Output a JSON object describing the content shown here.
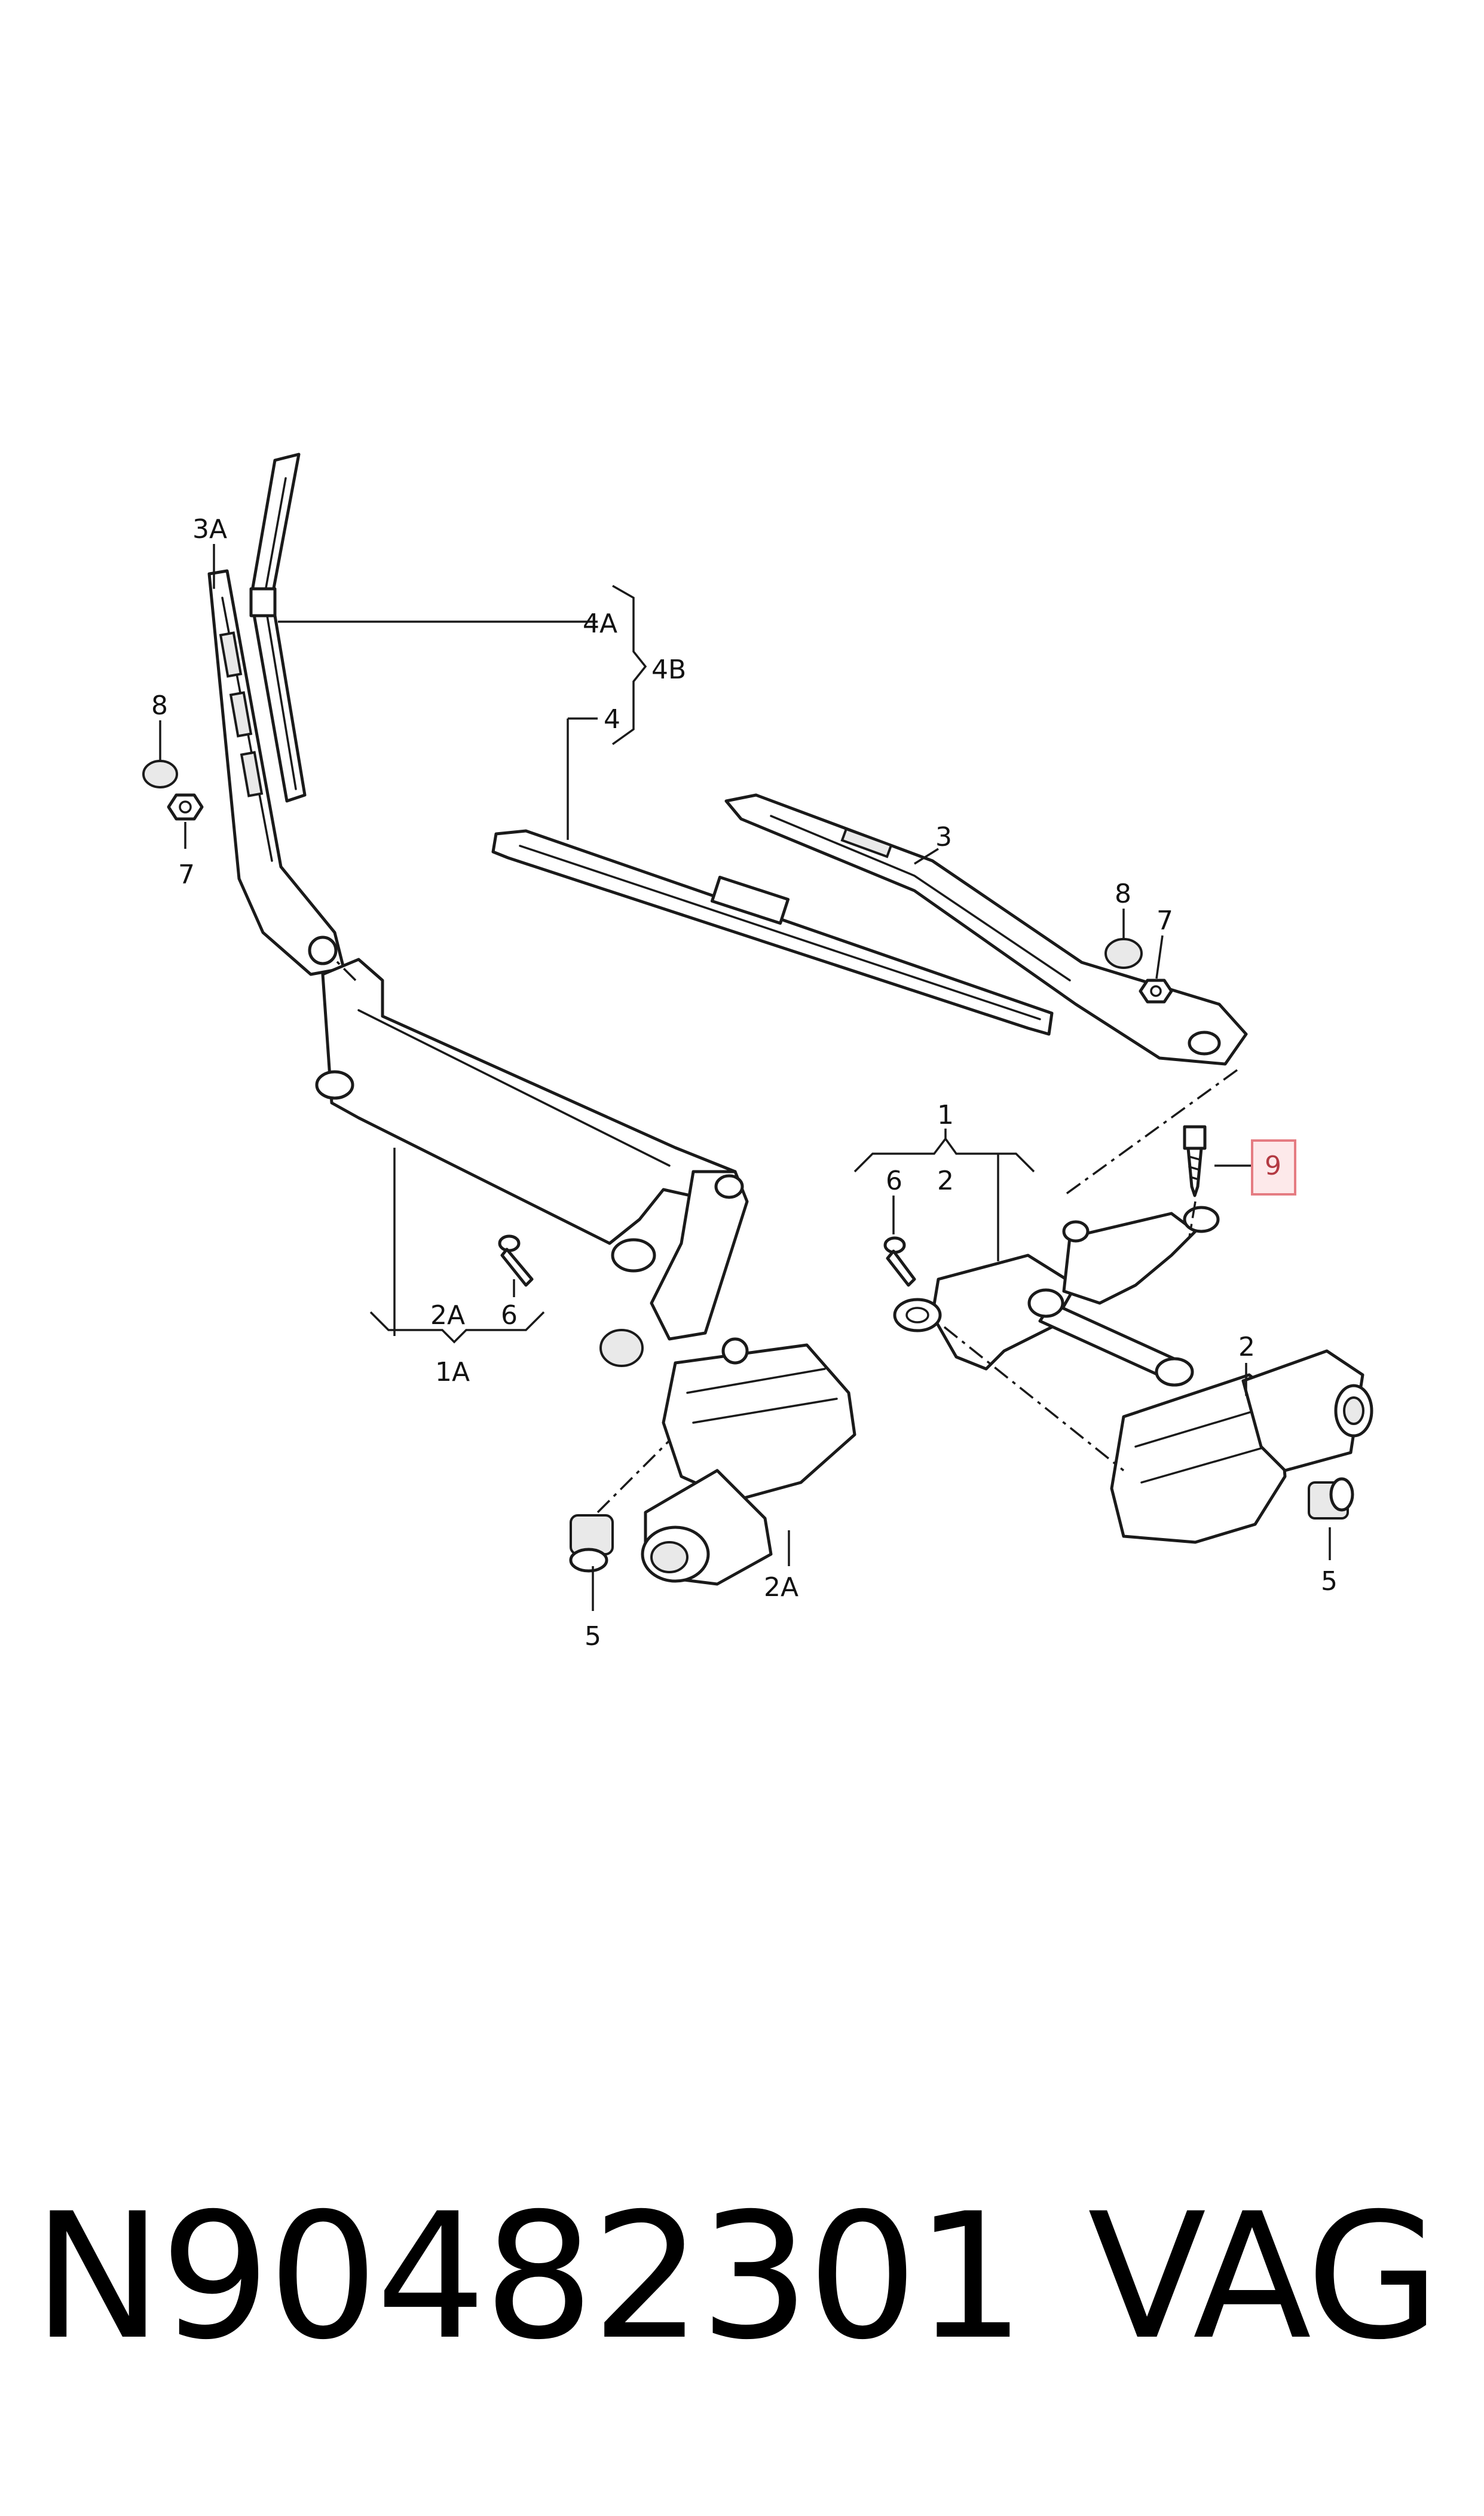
{
  "labels": {
    "l_3A": "3A",
    "l_4A": "4A",
    "l_4B": "4B",
    "l_4": "4",
    "l_8_left": "8",
    "l_7_left": "7",
    "l_3": "3",
    "l_8_right": "8",
    "l_7_right": "7",
    "l_9": "9",
    "l_1": "1",
    "l_6_right": "6",
    "l_2_group": "2",
    "l_2_motor": "2",
    "l_5_right": "5",
    "l_2A_group": "2A",
    "l_6_left": "6",
    "l_1A": "1A",
    "l_2A_motor": "2A",
    "l_5_left": "5"
  },
  "highlight": {
    "label": "9",
    "color": "#e57c82"
  },
  "footer": {
    "part_number": "N90482301",
    "brand": "VAG"
  }
}
